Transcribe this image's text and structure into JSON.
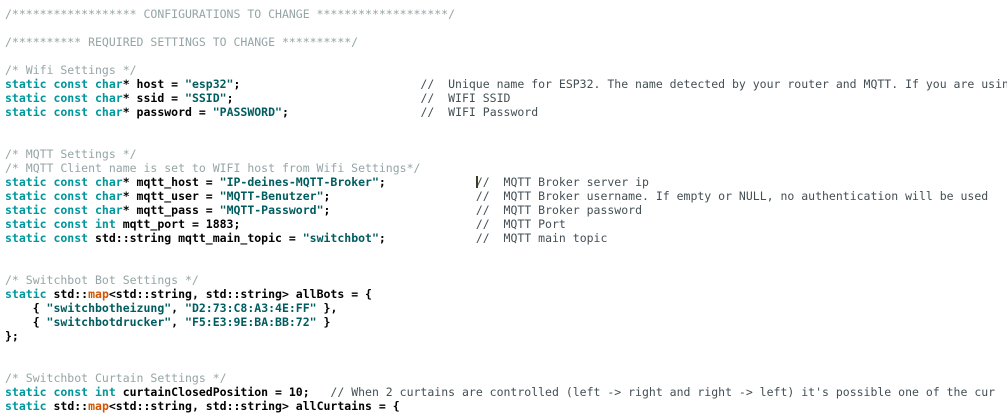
{
  "editor": {
    "language": "cpp",
    "colors": {
      "background": "#ffffff",
      "keyword": "#00979C",
      "string": "#005C5F",
      "block_comment": "#95A5A6",
      "line_comment": "#434F54",
      "function": "#D35400",
      "plain": "#000000",
      "caret": "#3f3c23"
    },
    "caret": {
      "line_index": 12,
      "before_text": "//  MQTT Broker server ip"
    },
    "lines": [
      {
        "tokens": [
          [
            "cmt",
            "/****************** CONFIGURATIONS TO CHANGE *******************/"
          ]
        ]
      },
      {
        "tokens": []
      },
      {
        "tokens": [
          [
            "cmt",
            "/********** REQUIRED SETTINGS TO CHANGE **********/"
          ]
        ]
      },
      {
        "tokens": []
      },
      {
        "tokens": [
          [
            "cmt",
            "/* Wifi Settings */"
          ]
        ]
      },
      {
        "tokens": [
          [
            "kw",
            "static const char"
          ],
          [
            "txt",
            "* host = "
          ],
          [
            "str",
            "\"esp32\""
          ],
          [
            "txt",
            ";                          "
          ],
          [
            "lcmt",
            "//  Unique name for ESP32. The name detected by your router and MQTT. If you are usin"
          ]
        ]
      },
      {
        "tokens": [
          [
            "kw",
            "static const char"
          ],
          [
            "txt",
            "* ssid = "
          ],
          [
            "str",
            "\"SSID\""
          ],
          [
            "txt",
            ";                           "
          ],
          [
            "lcmt",
            "//  WIFI SSID"
          ]
        ]
      },
      {
        "tokens": [
          [
            "kw",
            "static const char"
          ],
          [
            "txt",
            "* password = "
          ],
          [
            "str",
            "\"PASSWORD\""
          ],
          [
            "txt",
            ";                   "
          ],
          [
            "lcmt",
            "//  WIFI Password"
          ]
        ]
      },
      {
        "tokens": []
      },
      {
        "tokens": []
      },
      {
        "tokens": [
          [
            "cmt",
            "/* MQTT Settings */"
          ]
        ]
      },
      {
        "tokens": [
          [
            "cmt",
            "/* MQTT Client name is set to WIFI host from Wifi Settings*/"
          ]
        ]
      },
      {
        "tokens": [
          [
            "kw",
            "static const char"
          ],
          [
            "txt",
            "* mqtt_host = "
          ],
          [
            "str",
            "\"IP-deines-MQTT-Broker\""
          ],
          [
            "txt",
            ";             "
          ],
          [
            "caret",
            ""
          ],
          [
            "lcmt",
            "//  MQTT Broker server ip"
          ]
        ]
      },
      {
        "tokens": [
          [
            "kw",
            "static const char"
          ],
          [
            "txt",
            "* mqtt_user = "
          ],
          [
            "str",
            "\"MQTT-Benutzer\""
          ],
          [
            "txt",
            ";                     "
          ],
          [
            "lcmt",
            "//  MQTT Broker username. If empty or NULL, no authentication will be used"
          ]
        ]
      },
      {
        "tokens": [
          [
            "kw",
            "static const char"
          ],
          [
            "txt",
            "* mqtt_pass = "
          ],
          [
            "str",
            "\"MQTT-Password\""
          ],
          [
            "txt",
            ";                     "
          ],
          [
            "lcmt",
            "//  MQTT Broker password"
          ]
        ]
      },
      {
        "tokens": [
          [
            "kw",
            "static const int"
          ],
          [
            "txt",
            " mqtt_port = 1883;"
          ],
          [
            "txt",
            "                                  "
          ],
          [
            "lcmt",
            "//  MQTT Port"
          ]
        ]
      },
      {
        "tokens": [
          [
            "kw",
            "static const"
          ],
          [
            "txt",
            " std::string mqtt_main_topic = "
          ],
          [
            "str",
            "\"switchbot\""
          ],
          [
            "txt",
            ";             "
          ],
          [
            "lcmt",
            "//  MQTT main topic"
          ]
        ]
      },
      {
        "tokens": []
      },
      {
        "tokens": []
      },
      {
        "tokens": [
          [
            "cmt",
            "/* Switchbot Bot Settings */"
          ]
        ]
      },
      {
        "tokens": [
          [
            "kw",
            "static"
          ],
          [
            "txt",
            " std::"
          ],
          [
            "fn",
            "map"
          ],
          [
            "txt",
            "<std::string, std::string> allBots = {"
          ]
        ]
      },
      {
        "tokens": [
          [
            "txt",
            "    { "
          ],
          [
            "str",
            "\"switchbotheizung\""
          ],
          [
            "txt",
            ", "
          ],
          [
            "str",
            "\"D2:73:C8:A3:4E:FF\""
          ],
          [
            "txt",
            " },"
          ]
        ]
      },
      {
        "tokens": [
          [
            "txt",
            "    { "
          ],
          [
            "str",
            "\"switchbotdrucker\""
          ],
          [
            "txt",
            ", "
          ],
          [
            "str",
            "\"F5:E3:9E:BA:BB:72\""
          ],
          [
            "txt",
            " }"
          ]
        ]
      },
      {
        "tokens": [
          [
            "txt",
            "};"
          ]
        ]
      },
      {
        "tokens": []
      },
      {
        "tokens": []
      },
      {
        "tokens": [
          [
            "cmt",
            "/* Switchbot Curtain Settings */"
          ]
        ]
      },
      {
        "tokens": [
          [
            "kw",
            "static const int"
          ],
          [
            "txt",
            " curtainClosedPosition = 10;   "
          ],
          [
            "lcmt",
            "// When 2 curtains are controlled (left -> right and right -> left) it's possible one of the cur"
          ]
        ]
      },
      {
        "tokens": [
          [
            "kw",
            "static"
          ],
          [
            "txt",
            " std::"
          ],
          [
            "fn",
            "map"
          ],
          [
            "txt",
            "<std::string, std::string> allCurtains = {"
          ]
        ]
      }
    ]
  }
}
